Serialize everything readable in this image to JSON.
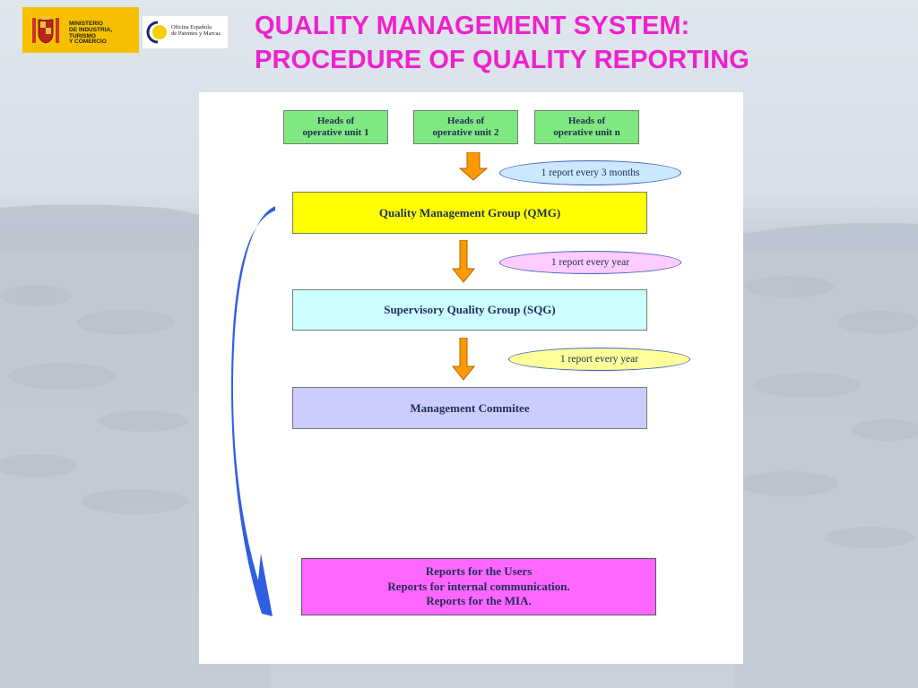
{
  "title": {
    "line1": "QUALITY MANAGEMENT SYSTEM:",
    "line2": "PROCEDURE OF QUALITY REPORTING"
  },
  "logos": {
    "ministry": {
      "line1": "MINISTERIO",
      "line2": "DE INDUSTRIA, TURISMO",
      "line3": "Y COMERCIO"
    },
    "oepm": {
      "line1": "Oficina Española",
      "line2": "de Patentes y Marcas"
    }
  },
  "diagram": {
    "heads": [
      {
        "line1": "Heads of",
        "line2": "operative unit  1"
      },
      {
        "line1": "Heads of",
        "line2": "operative unit  2"
      },
      {
        "line1": "Heads of",
        "line2": "operative unit  n"
      }
    ],
    "stages": [
      {
        "label": "Quality Management Group (QMG)",
        "color": "#ffff00"
      },
      {
        "label": "Supervisory Quality Group (SQG)",
        "color": "#ccffff"
      },
      {
        "label": "Management Commitee",
        "color": "#ccccff"
      }
    ],
    "frequencies": [
      {
        "label": "1 report every 3 months",
        "color": "#cce8ff"
      },
      {
        "label": "1 report every year",
        "color": "#ffccff"
      },
      {
        "label": "1 report every year",
        "color": "#ffff99"
      }
    ],
    "reports": {
      "line1": "Reports for the Users",
      "line2": "Reports for internal communication.",
      "line3": "Reports for the MIA.",
      "color": "#ff66ff"
    },
    "arrow_color": "#ff9900",
    "side_arrow_color": "#2f5fe0"
  }
}
